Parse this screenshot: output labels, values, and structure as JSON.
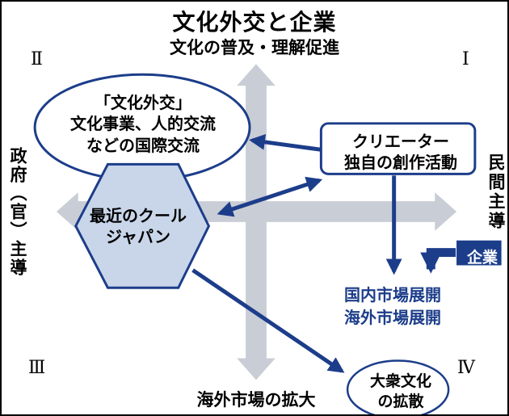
{
  "title": "文化外交と企業",
  "subtitle": "文化の普及・理解促進",
  "quadrant_labels": {
    "q1": "Ⅰ",
    "q2": "Ⅱ",
    "q3": "Ⅲ",
    "q4": "Ⅳ"
  },
  "axis_labels": {
    "left": "政府（官）主導",
    "right": "民間主導",
    "bottom": "海外市場の拡大"
  },
  "nodes": {
    "diplomacy_ellipse": {
      "lines": [
        "「文化外交」",
        "文化事業、人的交流",
        "などの国際交流"
      ]
    },
    "cool_japan_hexagon": {
      "lines": [
        "最近のクール",
        "ジャパン"
      ]
    },
    "creator_box": {
      "lines": [
        "クリエーター",
        "独自の創作活動"
      ]
    },
    "company_badge": {
      "label": "企業"
    },
    "market_expansion": {
      "lines": [
        "国内市場展開",
        "海外市場展開"
      ]
    },
    "pop_culture_ellipse": {
      "lines": [
        "大衆文化",
        "の拡散"
      ]
    }
  },
  "colors": {
    "navy": "#1c3d8a",
    "cross_gray": "#c9cdd6",
    "hexagon_fill": "#c9d6ea",
    "shape_fill_white": "#ffffff"
  }
}
